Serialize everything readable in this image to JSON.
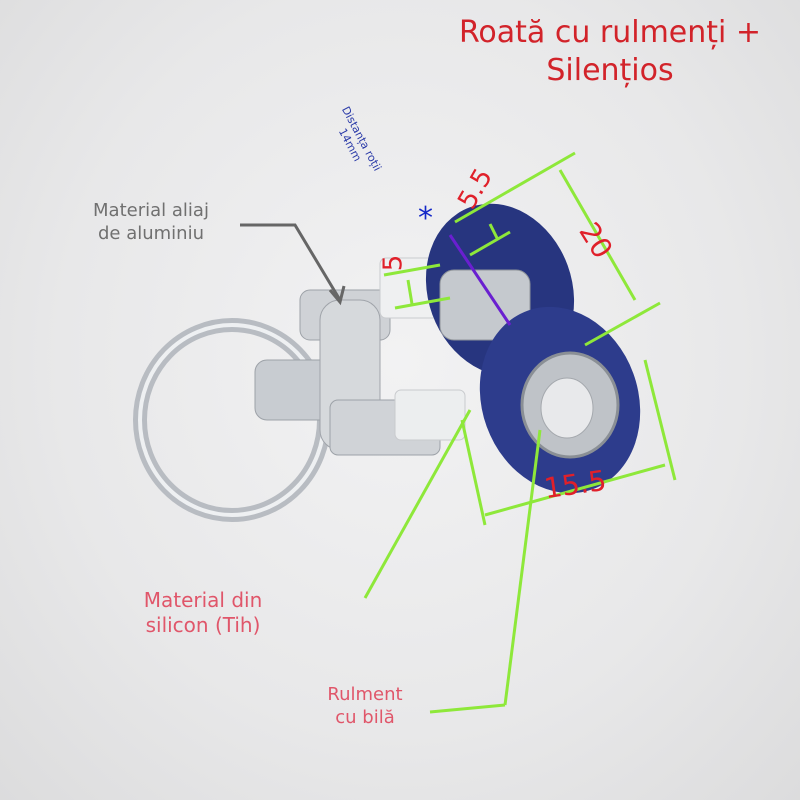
{
  "image": {
    "description": "Product photo of a shower door roller with dual blue silicone wheels, chrome alloy bracket and ring, with dimension annotations",
    "colors": {
      "background": "#e9e9ea",
      "title": "#d2232a",
      "dimension_lines": "#8ee83a",
      "dimension_text": "#e0202a",
      "wheel": "#2a3a85",
      "callout_pink": "#e0566a",
      "callout_gray": "#707070",
      "axis_arrow": "#6a1fd0"
    }
  },
  "title": {
    "line1": "Roată cu rulmenți +",
    "line2": "Silențios"
  },
  "callouts": {
    "aluminium": {
      "line1": "Material aliaj",
      "line2": "de aluminiu"
    },
    "silicon": {
      "line1": "Material din",
      "line2": "silicon (Tih)"
    },
    "bearing": {
      "line1": "Rulment",
      "line2": "cu bilă"
    },
    "wheel_distance": {
      "line1": "Distanța roții",
      "line2": "14mm"
    }
  },
  "dimensions": {
    "tread_width": "5.5",
    "axle_width": "5",
    "diameter": "20",
    "depth": "15.5"
  }
}
